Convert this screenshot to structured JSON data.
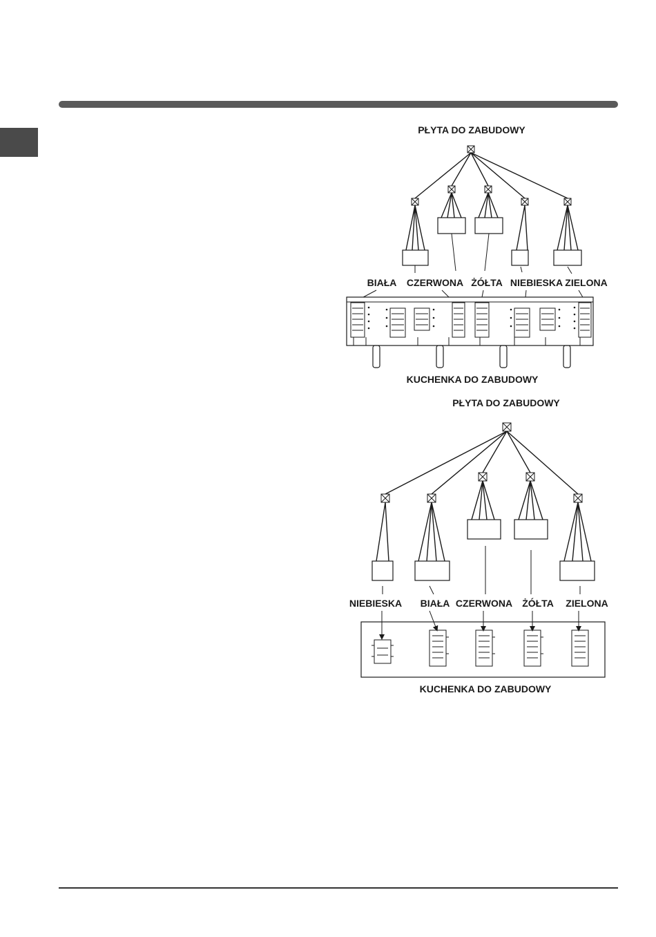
{
  "diagram_top": {
    "source_label": "PŁYTA DO ZABUDOWY",
    "target_label": "KUCHENKA DO ZABUDOWY",
    "connector_labels": [
      "BIAŁA",
      "CZERWONA",
      "ŻÓŁTA",
      "NIEBIESKA",
      "ZIELONA"
    ]
  },
  "diagram_bottom": {
    "source_label": "PŁYTA DO ZABUDOWY",
    "target_label": "KUCHENKA DO ZABUDOWY",
    "connector_labels": [
      "NIEBIESKA",
      "BIAŁA",
      "CZERWONA",
      "ŻÓŁTA",
      "ZIELONA"
    ]
  },
  "colors": {
    "rule": "#5a5a5a",
    "tab": "#4a4a4a",
    "ink": "#1a1a1a"
  }
}
